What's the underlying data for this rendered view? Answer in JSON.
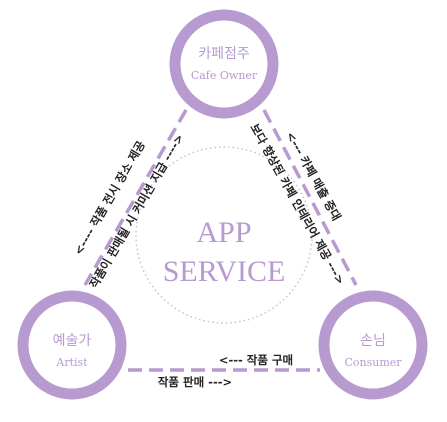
{
  "nodes": {
    "cafe_owner": {
      "title": "카페점주",
      "subtitle": "Cafe Owner"
    },
    "artist": {
      "title": "예술가",
      "subtitle": "Artist"
    },
    "consumer": {
      "title": "손님",
      "subtitle": "Consumer"
    }
  },
  "center": {
    "line1": "APP",
    "line2": "SERVICE"
  },
  "edges": {
    "owner_to_artist_text": "<---- 작품 전시 장소 제공",
    "artist_to_owner_text": "작품이 판매될 시 커미션 지급 ---->",
    "owner_to_consumer_text": "보다 향상된 카페 인테리어 제공 --->",
    "consumer_to_owner_text": "<--- 카페 매출 증대",
    "consumer_to_artist_text": "<--- 작품 구매",
    "artist_to_consumer_text": "작품 판매 --->"
  },
  "colors": {
    "accent": "#b79ad0",
    "ring_fill": "#ffffff",
    "dotted_circle": "#c9bcd6",
    "edge_text": "#222222"
  }
}
